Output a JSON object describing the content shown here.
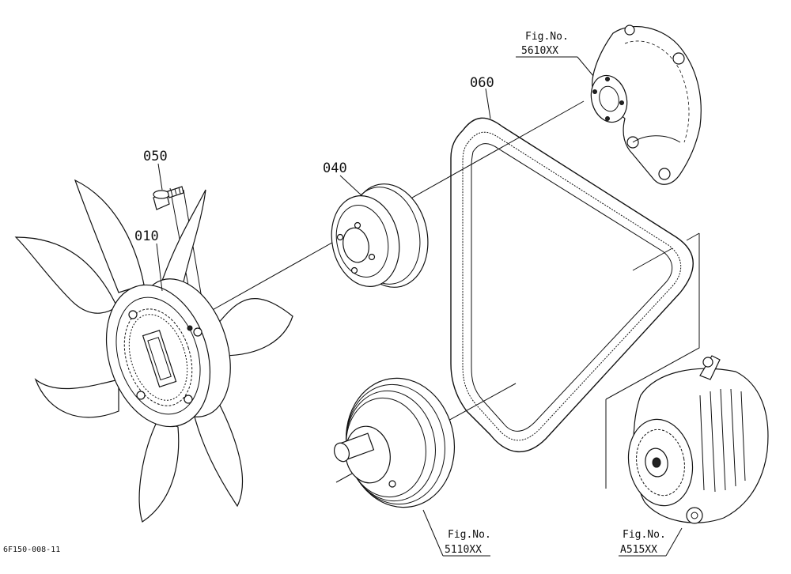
{
  "parts": [
    {
      "id": "010",
      "name": "fan"
    },
    {
      "id": "040",
      "name": "pulley"
    },
    {
      "id": "050",
      "name": "bolt"
    },
    {
      "id": "060",
      "name": "v-belt"
    }
  ],
  "figure_refs": [
    {
      "key": "water-pump",
      "label": "Fig.No.",
      "number": "5610XX"
    },
    {
      "key": "crank-pulley",
      "label": "Fig.No.",
      "number": "5110XX"
    },
    {
      "key": "alternator",
      "label": "Fig.No.",
      "number": "A515XX"
    }
  ],
  "drawing_code": "6F150-008-11"
}
